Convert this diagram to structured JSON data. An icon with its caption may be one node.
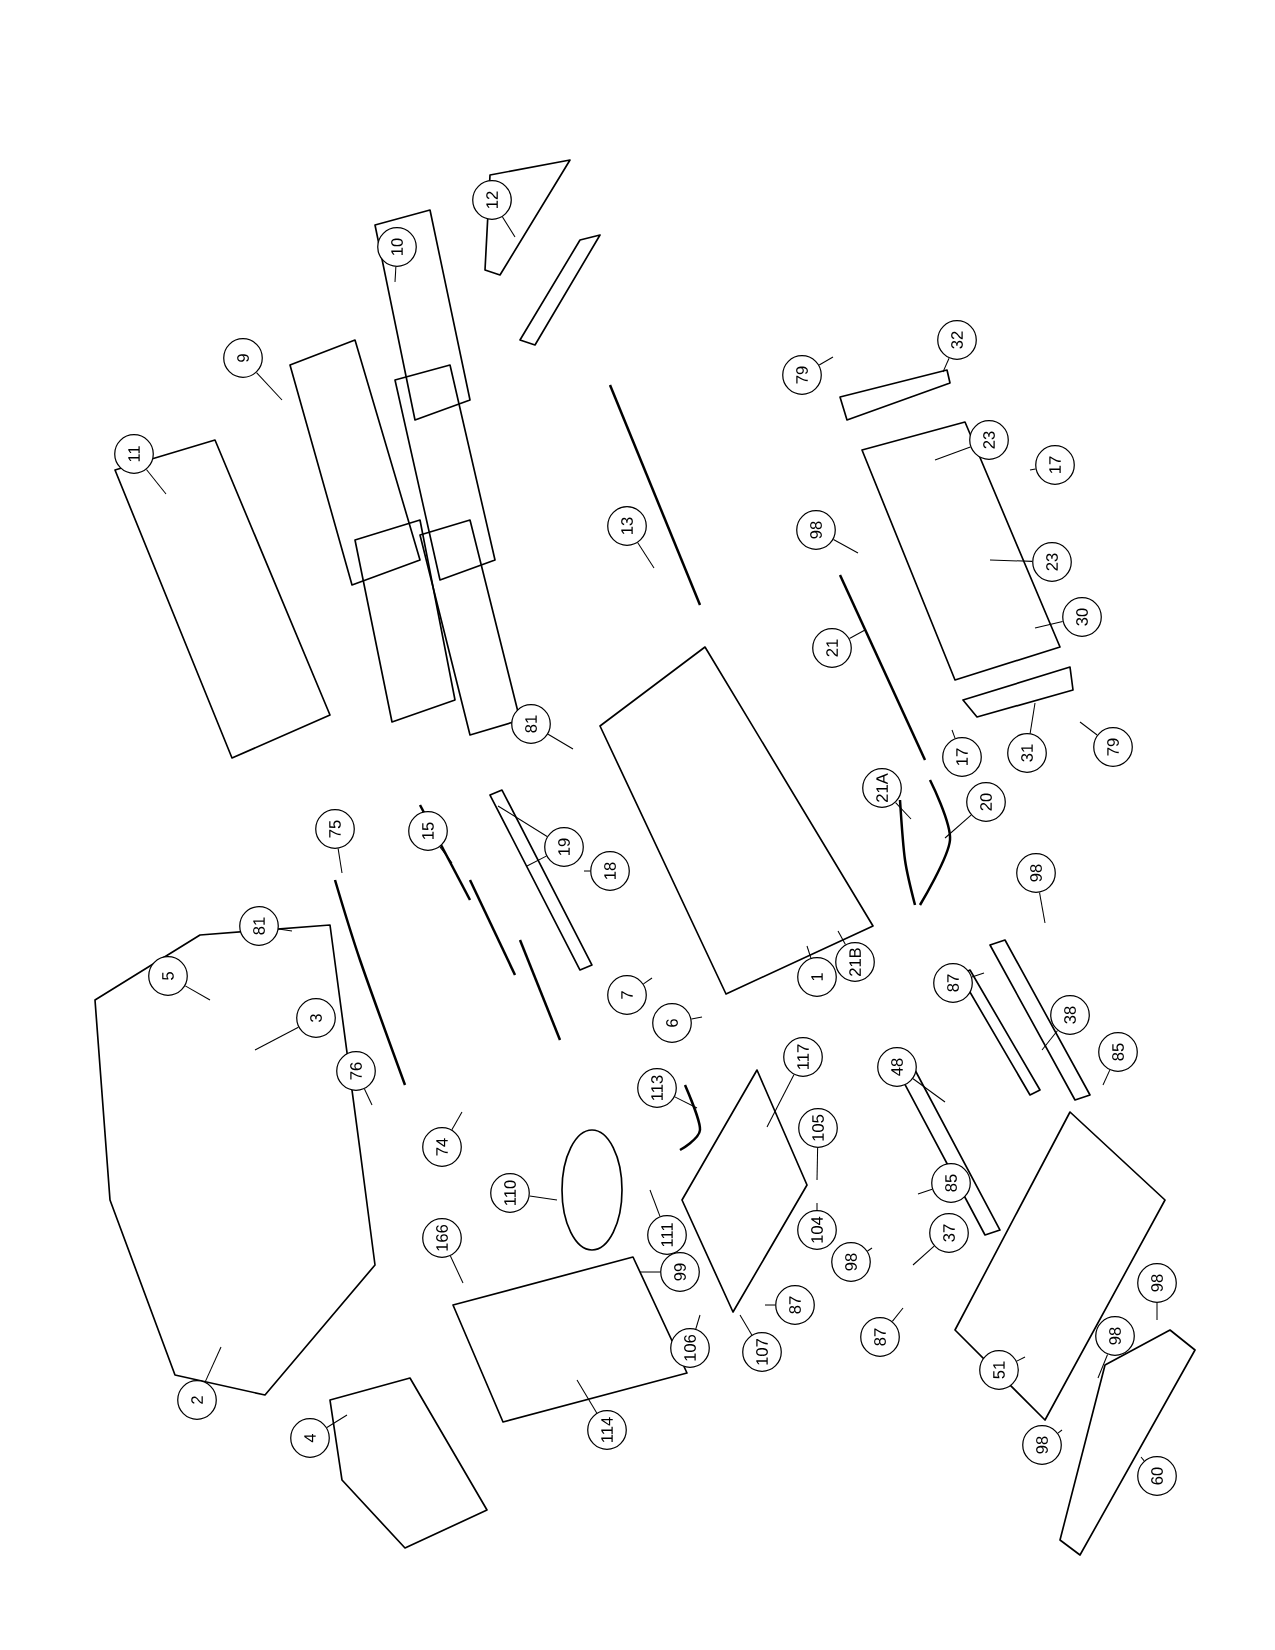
{
  "diagram": {
    "nodes": [
      {
        "text": [
          "11"
        ]
      },
      {
        "text": [
          "9"
        ]
      },
      {
        "text": [
          "10"
        ]
      },
      {
        "text": [
          "12"
        ]
      },
      {
        "text": [
          "13"
        ]
      },
      {
        "text": [
          "79"
        ]
      },
      {
        "text": [
          "32"
        ]
      },
      {
        "text": [
          "23"
        ]
      },
      {
        "text": [
          "17"
        ]
      },
      {
        "text": [
          "98"
        ]
      },
      {
        "text": [
          "23"
        ]
      },
      {
        "text": [
          "30"
        ]
      },
      {
        "text": [
          "21"
        ]
      },
      {
        "text": [
          "81"
        ]
      },
      {
        "text": [
          "19"
        ]
      },
      {
        "text": [
          "18"
        ]
      },
      {
        "text": [
          "15"
        ]
      },
      {
        "text": [
          "75"
        ]
      },
      {
        "text": [
          "81"
        ]
      },
      {
        "text": [
          "5"
        ]
      },
      {
        "text": [
          "3"
        ]
      },
      {
        "text": [
          "76"
        ]
      },
      {
        "text": [
          "74"
        ]
      },
      {
        "text": [
          "7"
        ]
      },
      {
        "text": [
          "6"
        ]
      },
      {
        "text": [
          "1"
        ]
      },
      {
        "text": [
          "21B"
        ]
      },
      {
        "text": [
          "21A"
        ]
      },
      {
        "text": [
          "20"
        ]
      },
      {
        "text": [
          "17"
        ]
      },
      {
        "text": [
          "31"
        ]
      },
      {
        "text": [
          "79"
        ]
      },
      {
        "text": [
          "98"
        ]
      },
      {
        "text": [
          "87"
        ]
      },
      {
        "text": [
          "38"
        ]
      },
      {
        "text": [
          "85"
        ]
      },
      {
        "text": [
          "48"
        ]
      },
      {
        "text": [
          "117"
        ]
      },
      {
        "text": [
          "113"
        ]
      },
      {
        "text": [
          "105"
        ]
      },
      {
        "text": [
          "110"
        ]
      },
      {
        "text": [
          "111"
        ]
      },
      {
        "text": [
          "104"
        ]
      },
      {
        "text": [
          "85"
        ]
      },
      {
        "text": [
          "37"
        ]
      },
      {
        "text": [
          "98"
        ]
      },
      {
        "text": [
          "166"
        ]
      },
      {
        "text": [
          "99"
        ]
      },
      {
        "text": [
          "87"
        ]
      },
      {
        "text": [
          "106"
        ]
      },
      {
        "text": [
          "107"
        ]
      },
      {
        "text": [
          "87"
        ]
      },
      {
        "text": [
          "2"
        ]
      },
      {
        "text": [
          "4"
        ]
      },
      {
        "text": [
          "114"
        ]
      },
      {
        "text": [
          "51"
        ]
      },
      {
        "text": [
          "98"
        ]
      },
      {
        "text": [
          "98"
        ]
      },
      {
        "text": [
          "98"
        ]
      },
      {
        "text": [
          "60"
        ]
      }
    ],
    "edges": [
      {
        "from": 0,
        "to": null,
        "arrow": "none"
      },
      {
        "from": 1,
        "to": null,
        "arrow": "none"
      },
      {
        "from": 2,
        "to": null,
        "arrow": "none"
      },
      {
        "from": 3,
        "to": null,
        "arrow": "none"
      },
      {
        "from": 4,
        "to": null,
        "arrow": "none"
      },
      {
        "from": 5,
        "to": null,
        "arrow": "none"
      },
      {
        "from": 6,
        "to": null,
        "arrow": "none"
      },
      {
        "from": 7,
        "to": null,
        "arrow": "none"
      },
      {
        "from": 8,
        "to": null,
        "arrow": "none"
      },
      {
        "from": 9,
        "to": null,
        "arrow": "none"
      },
      {
        "from": 10,
        "to": null,
        "arrow": "none"
      },
      {
        "from": 11,
        "to": null,
        "arrow": "none"
      },
      {
        "from": 12,
        "to": null,
        "arrow": "none"
      },
      {
        "from": 13,
        "to": null,
        "arrow": "none"
      },
      {
        "from": 14,
        "to": null,
        "arrow": "none"
      },
      {
        "from": 14,
        "to": null,
        "arrow": "none"
      },
      {
        "from": 15,
        "to": null,
        "arrow": "none"
      },
      {
        "from": 16,
        "to": null,
        "arrow": "none"
      },
      {
        "from": 17,
        "to": null,
        "arrow": "none"
      },
      {
        "from": 18,
        "to": null,
        "arrow": "none"
      },
      {
        "from": 19,
        "to": null,
        "arrow": "none"
      },
      {
        "from": 20,
        "to": null,
        "arrow": "none"
      },
      {
        "from": 21,
        "to": null,
        "arrow": "none"
      },
      {
        "from": 22,
        "to": null,
        "arrow": "none"
      },
      {
        "from": 23,
        "to": null,
        "arrow": "none"
      },
      {
        "from": 24,
        "to": null,
        "arrow": "none"
      },
      {
        "from": 25,
        "to": null,
        "arrow": "none"
      },
      {
        "from": 26,
        "to": null,
        "arrow": "none"
      },
      {
        "from": 27,
        "to": null,
        "arrow": "none"
      },
      {
        "from": 28,
        "to": null,
        "arrow": "none"
      },
      {
        "from": 29,
        "to": null,
        "arrow": "none"
      },
      {
        "from": 30,
        "to": null,
        "arrow": "none"
      },
      {
        "from": 31,
        "to": null,
        "arrow": "none"
      },
      {
        "from": 32,
        "to": null,
        "arrow": "none"
      },
      {
        "from": 33,
        "to": null,
        "arrow": "none"
      },
      {
        "from": 34,
        "to": null,
        "arrow": "none"
      },
      {
        "from": 35,
        "to": null,
        "arrow": "none"
      },
      {
        "from": 36,
        "to": null,
        "arrow": "none"
      },
      {
        "from": 37,
        "to": null,
        "arrow": "none"
      },
      {
        "from": 38,
        "to": null,
        "arrow": "none"
      },
      {
        "from": 39,
        "to": null,
        "arrow": "none"
      },
      {
        "from": 40,
        "to": null,
        "arrow": "none"
      },
      {
        "from": 41,
        "to": null,
        "arrow": "none"
      },
      {
        "from": 42,
        "to": null,
        "arrow": "none"
      },
      {
        "from": 43,
        "to": null,
        "arrow": "none"
      },
      {
        "from": 44,
        "to": null,
        "arrow": "none"
      },
      {
        "from": 45,
        "to": null,
        "arrow": "none"
      },
      {
        "from": 46,
        "to": null,
        "arrow": "none"
      },
      {
        "from": 47,
        "to": null,
        "arrow": "none"
      },
      {
        "from": 48,
        "to": null,
        "arrow": "none"
      },
      {
        "from": 49,
        "to": null,
        "arrow": "none"
      },
      {
        "from": 50,
        "to": null,
        "arrow": "none"
      },
      {
        "from": 51,
        "to": null,
        "arrow": "none"
      },
      {
        "from": 52,
        "to": null,
        "arrow": "none"
      },
      {
        "from": 53,
        "to": null,
        "arrow": "none"
      },
      {
        "from": 54,
        "to": null,
        "arrow": "none"
      },
      {
        "from": 55,
        "to": null,
        "arrow": "none"
      },
      {
        "from": 56,
        "to": null,
        "arrow": "none"
      },
      {
        "from": 57,
        "to": null,
        "arrow": "none"
      },
      {
        "from": 58,
        "to": null,
        "arrow": "none"
      },
      {
        "from": 59,
        "to": null,
        "arrow": "none"
      }
    ]
  }
}
